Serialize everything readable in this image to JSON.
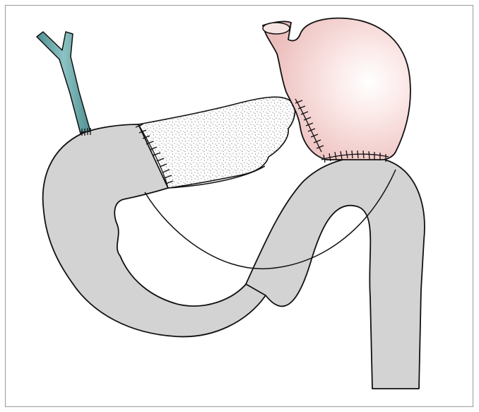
{
  "figure": {
    "description_text": "",
    "colors": {
      "bile_duct": "#5e9ea0",
      "bowel": "#d3d3d3",
      "stomach": "#efc4c2",
      "pancreas_fill": "#ffffff",
      "outline": "#111111",
      "frame": "#9a9a9a"
    },
    "structures": [
      "bile-duct",
      "pancreas-remnant",
      "stomach",
      "jejunal-loop",
      "afferent-loop",
      "pancreaticojejunostomy",
      "hepaticojejunostomy",
      "gastrojejunostomy"
    ]
  }
}
